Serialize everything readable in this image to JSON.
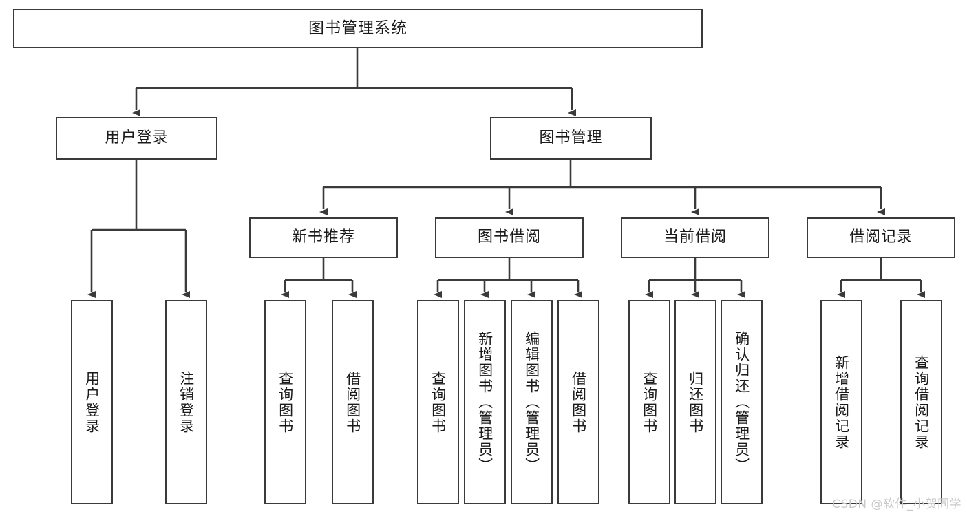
{
  "diagram": {
    "type": "tree-hierarchy",
    "title": "图书管理系统",
    "watermark": "CSDN @软件_小贺同学",
    "colors": {
      "box_border": "#3a3a3a",
      "box_fill": "#ffffff",
      "edge": "#3a3a3a",
      "text": "#1a1a1a",
      "watermark": "#c9c9c9",
      "background": "#ffffff"
    },
    "nodes": {
      "root": {
        "label": "图书管理系统"
      },
      "level2": [
        {
          "id": "user-login",
          "label": "用户登录"
        },
        {
          "id": "book-manage",
          "label": "图书管理"
        }
      ],
      "level3": [
        {
          "id": "new-book-recommend",
          "label": "新书推荐"
        },
        {
          "id": "book-borrow",
          "label": "图书借阅"
        },
        {
          "id": "current-borrow",
          "label": "当前借阅"
        },
        {
          "id": "borrow-record",
          "label": "借阅记录"
        }
      ],
      "leaves": {
        "user-login": [
          {
            "id": "leaf-user-login",
            "label": "用户登录"
          },
          {
            "id": "leaf-logout-login",
            "label": "注销登录"
          }
        ],
        "new-book-recommend": [
          {
            "id": "leaf-query-book-1",
            "label": "查询图书"
          },
          {
            "id": "leaf-borrow-book-1",
            "label": "借阅图书"
          }
        ],
        "book-borrow": [
          {
            "id": "leaf-query-book-2",
            "label": "查询图书"
          },
          {
            "id": "leaf-add-book-admin",
            "label": "新增图书（管理员）"
          },
          {
            "id": "leaf-edit-book-admin",
            "label": "编辑图书（管理员）"
          },
          {
            "id": "leaf-borrow-book-2",
            "label": "借阅图书"
          }
        ],
        "current-borrow": [
          {
            "id": "leaf-query-book-3",
            "label": "查询图书"
          },
          {
            "id": "leaf-return-book",
            "label": "归还图书"
          },
          {
            "id": "leaf-confirm-return-admin",
            "label": "确认归还（管理员）"
          }
        ],
        "borrow-record": [
          {
            "id": "leaf-add-borrow-record",
            "label": "新增借阅记录"
          },
          {
            "id": "leaf-query-borrow-record",
            "label": "查询借阅记录"
          }
        ]
      }
    }
  }
}
